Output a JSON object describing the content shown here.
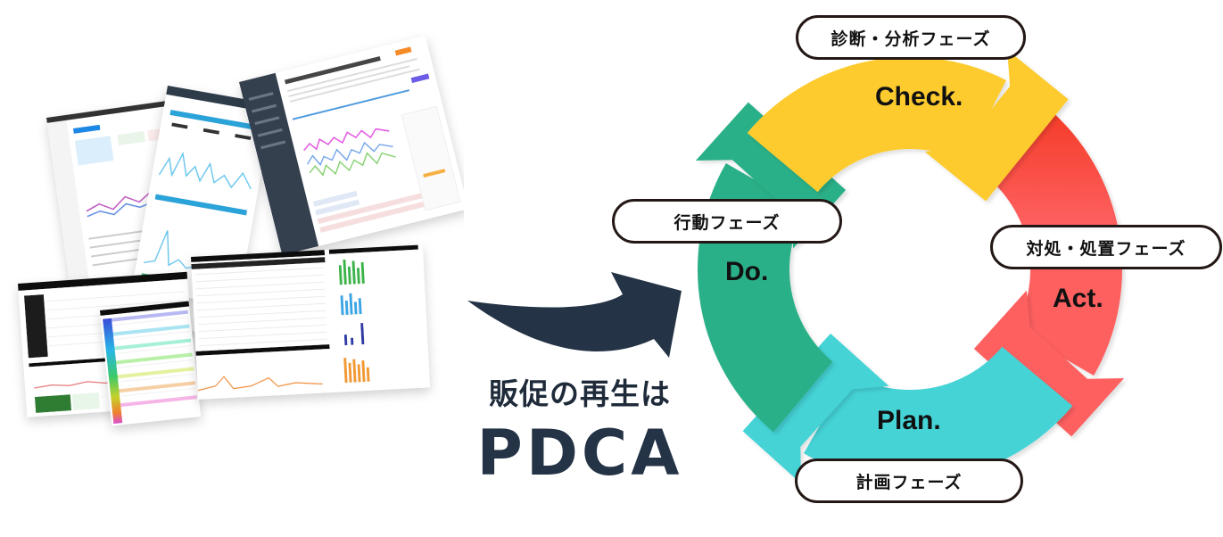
{
  "caption": {
    "subtitle": "販促の再生は",
    "title": "PDCA"
  },
  "cycle": {
    "phases": [
      {
        "key": "check",
        "label": "Check.",
        "phase_name": "診断・分析フェーズ",
        "color": "#FDCB2F"
      },
      {
        "key": "act",
        "label": "Act.",
        "phase_name": "対処・処置フェーズ",
        "color": "#FE6161"
      },
      {
        "key": "plan",
        "label": "Plan.",
        "phase_name": "計画フェーズ",
        "color": "#44D3D6"
      },
      {
        "key": "do",
        "label": "Do.",
        "phase_name": "行動フェーズ",
        "color": "#2BB088"
      }
    ]
  },
  "colors": {
    "arrow": "#243346",
    "pill_border": "#231815",
    "act_gradient_top": "#F43A26"
  },
  "collage": {
    "description": "report-screenshots"
  }
}
